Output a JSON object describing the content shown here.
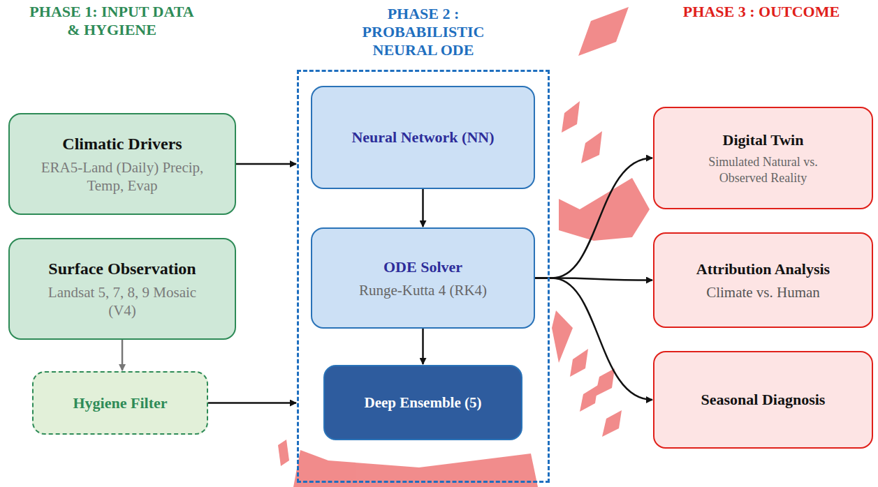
{
  "diagram": {
    "nodes": [
      {
        "text": [
          "Climatic Drivers",
          "ERA5-Land (Daily) Precip, Temp, Evap"
        ]
      },
      {
        "text": [
          "Surface Observation",
          "Landsat 5, 7, 8, 9 Mosaic (V4)"
        ]
      },
      {
        "text": [
          "Hygiene Filter"
        ]
      },
      {
        "text": [
          "PHASE 2 : PROBABILISTIC NEURAL ODE"
        ]
      },
      {
        "text": [
          "Neural Network (NN)"
        ],
        "in": 3
      },
      {
        "text": [
          "ODE Solver",
          "Runge-Kutta 4 (RK4)"
        ],
        "in": 3
      },
      {
        "text": [
          "Deep Ensemble (5)"
        ],
        "in": 3
      },
      {
        "text": [
          "Digital Twin",
          "Simulated Natural vs. Observed Reality"
        ]
      },
      {
        "text": [
          "Attribution Analysis",
          "Climate vs. Human"
        ]
      },
      {
        "text": [
          "Seasonal Diagnosis"
        ]
      }
    ],
    "edges": [
      {
        "from": 0,
        "to": 3,
        "arrow": "to"
      },
      {
        "from": 1,
        "to": 2,
        "arrow": "to"
      },
      {
        "from": 2,
        "to": 3,
        "arrow": "to"
      },
      {
        "from": 4,
        "to": 5,
        "arrow": "to"
      },
      {
        "from": 5,
        "to": 6,
        "arrow": "to"
      },
      {
        "from": 5,
        "to": 7,
        "arrow": "to"
      },
      {
        "from": 5,
        "to": 8,
        "arrow": "to"
      },
      {
        "from": 5,
        "to": 9,
        "arrow": "to"
      }
    ],
    "labels": [
      "PHASE 1: INPUT DATA & HYGIENE",
      "PHASE 3 : OUTCOME"
    ]
  }
}
